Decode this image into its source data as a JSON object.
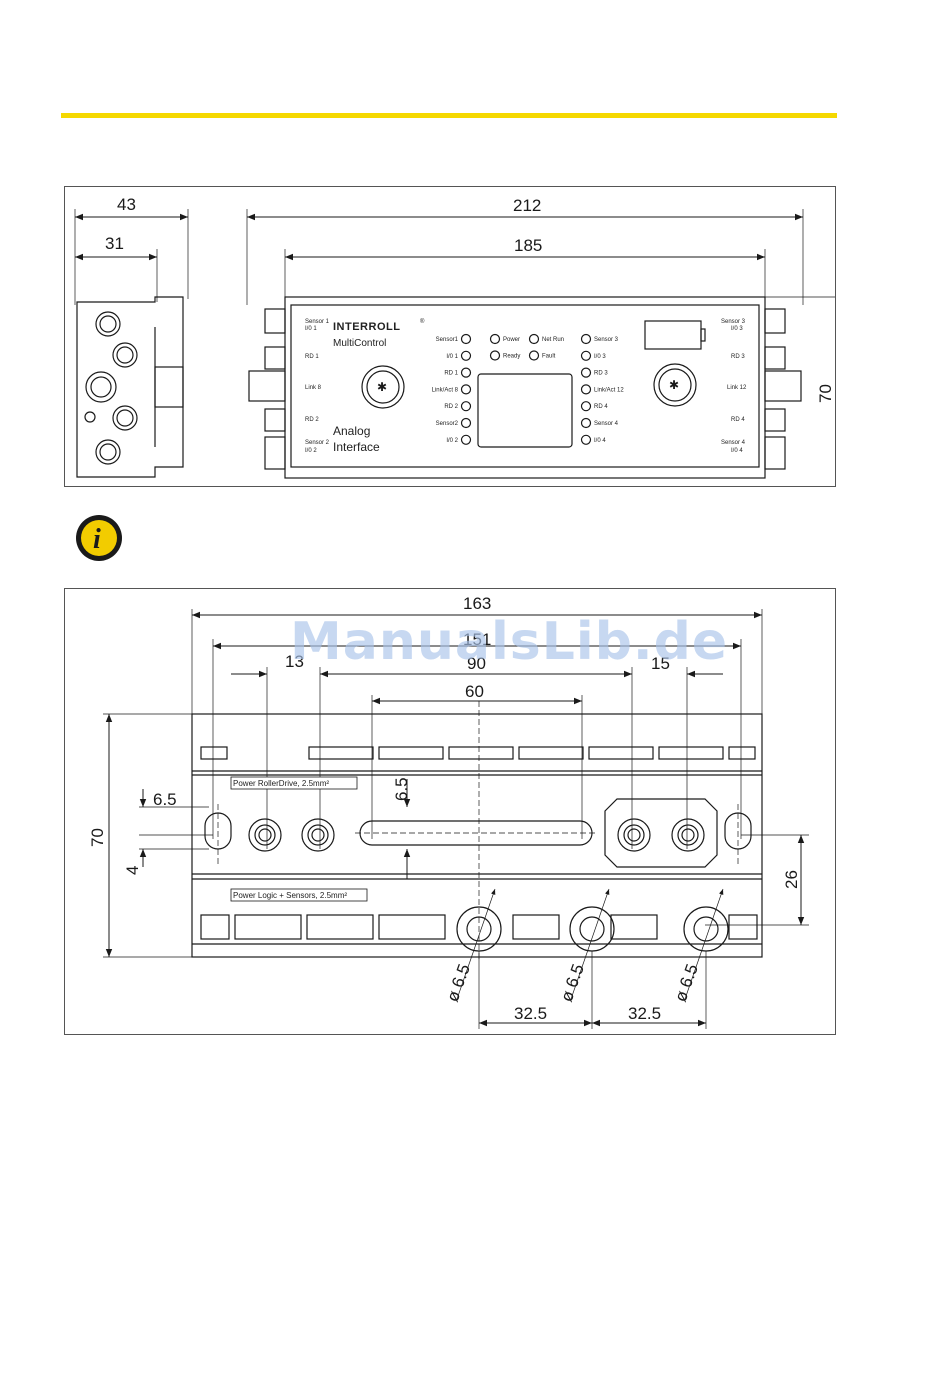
{
  "colors": {
    "accent": "#f5d800",
    "info_icon": "#f2cc00"
  },
  "watermark": "ManualsLib.de",
  "info_icon": "info-icon",
  "top_view": {
    "dims": {
      "side_width": "43",
      "side_depth": "31",
      "total_length": "212",
      "body_length": "185",
      "height": "70"
    },
    "brand": "INTERROLL",
    "brand_mark": "®",
    "product": "MultiControl",
    "interface": [
      "Analog",
      "Interface"
    ],
    "left_labels": [
      {
        "l1": "Sensor 1",
        "l2": "I/0 1"
      },
      {
        "l1": "RD 1",
        "l2": ""
      },
      {
        "l1": "Link 8",
        "l2": ""
      },
      {
        "l1": "RD 2",
        "l2": ""
      },
      {
        "l1": "Sensor 2",
        "l2": "I/0 2"
      }
    ],
    "right_labels": [
      {
        "l1": "Sensor 3",
        "l2": "I/0 3"
      },
      {
        "l1": "RD 3",
        "l2": ""
      },
      {
        "l1": "Link 12",
        "l2": ""
      },
      {
        "l1": "RD 4",
        "l2": ""
      },
      {
        "l1": "Sensor 4",
        "l2": "I/0 4"
      }
    ],
    "led_left": [
      "Sensor1",
      "I/0 1",
      "RD 1",
      "Link/Act 8",
      "RD 2",
      "Sensor2",
      "I/0 2"
    ],
    "led_mid": [
      "Power",
      "Ready"
    ],
    "led_mid2": [
      "Net Run",
      "Fault"
    ],
    "led_right": [
      "Sensor 3",
      "I/0 3",
      "RD 3",
      "Link/Act 12",
      "RD 4",
      "Sensor 4",
      "I/0 4"
    ]
  },
  "bottom_view": {
    "dims": {
      "d163": "163",
      "d151": "151",
      "d13": "13",
      "d90": "90",
      "d15": "15",
      "d60": "60",
      "d6_5_v": "6.5",
      "d6_5_h": "6.5",
      "d4": "4",
      "d70": "70",
      "d26": "26",
      "dia_1": "ø 6.5",
      "dia_2": "ø 6.5",
      "dia_3": "ø 6.5",
      "d32_5_a": "32.5",
      "d32_5_b": "32.5"
    },
    "wire_power": "Power RollerDrive, 2.5mm²",
    "wire_logic": "Power Logic + Sensors, 2.5mm²"
  }
}
